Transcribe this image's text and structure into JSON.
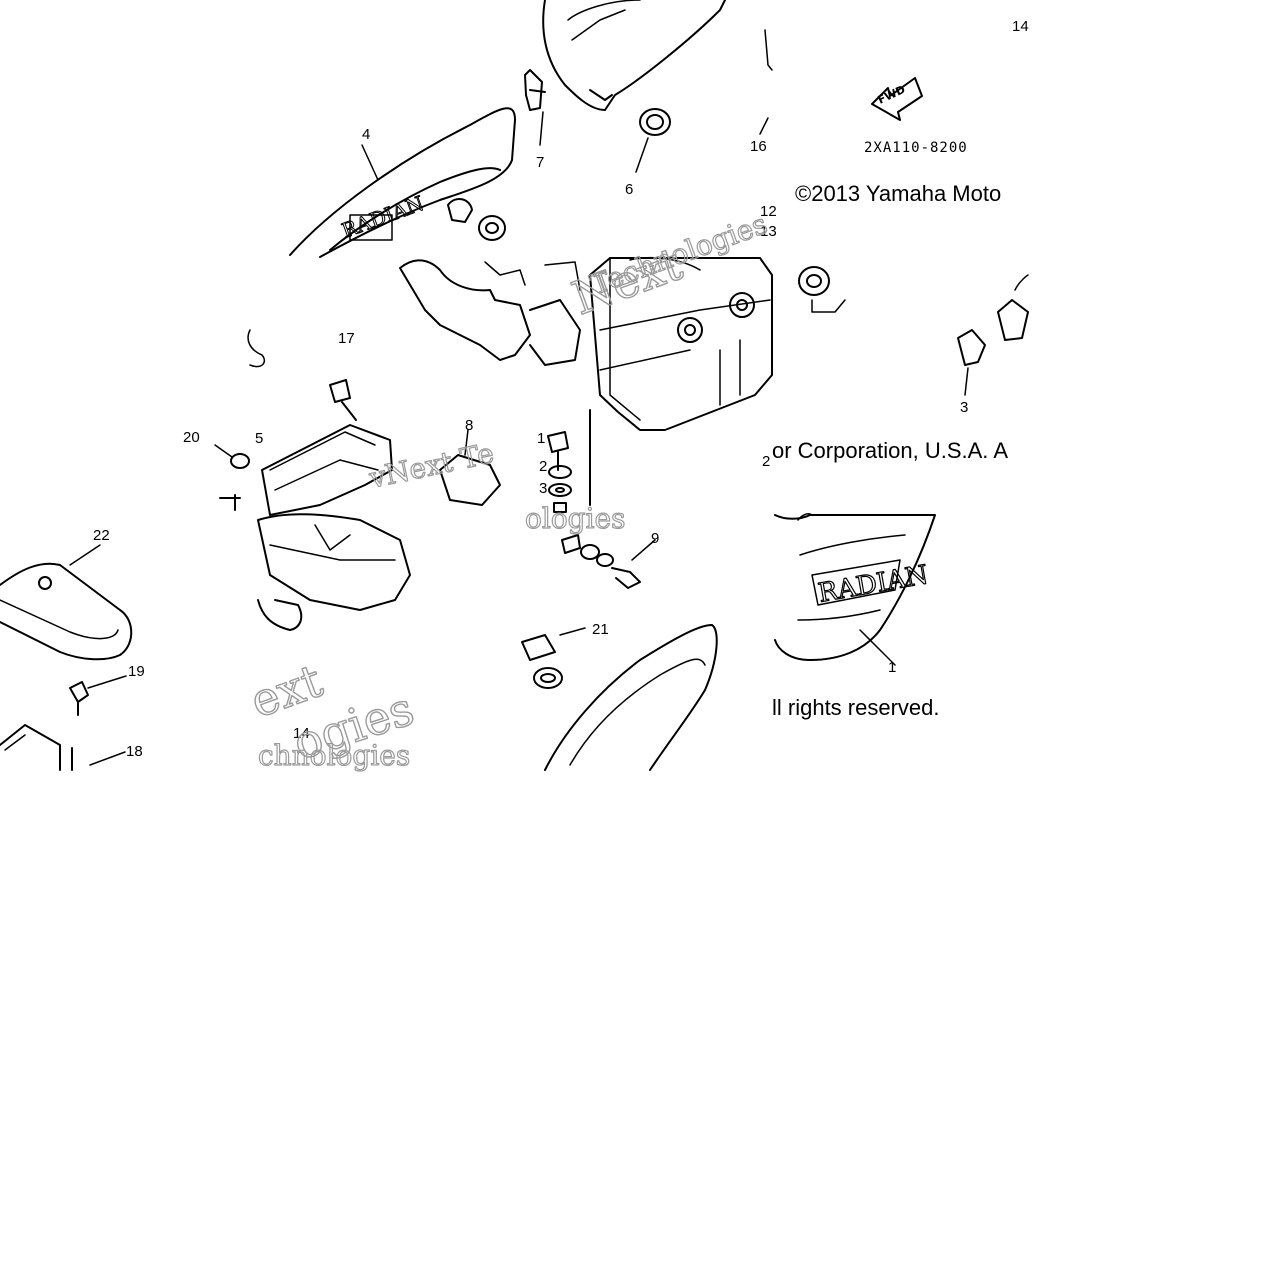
{
  "diagram": {
    "part_number": "2XA110-8200",
    "fwd_label": "FWD",
    "copyright": {
      "line1": "©2013 Yamaha Moto",
      "line2": "or Corporation, U.S.A. A",
      "line3": "ll rights reserved."
    },
    "watermarks": [
      "Next",
      "Technologies",
      "vNext Te",
      "ologies",
      "ext",
      "ogies",
      "chnologies"
    ],
    "badge_text": "RADIAN",
    "callouts": [
      "4",
      "7",
      "6",
      "16",
      "14",
      "12",
      "13",
      "17",
      "20",
      "5",
      "8",
      "1",
      "2",
      "3",
      "9",
      "22",
      "19",
      "18",
      "14",
      "21",
      "1",
      "3",
      "2"
    ]
  }
}
